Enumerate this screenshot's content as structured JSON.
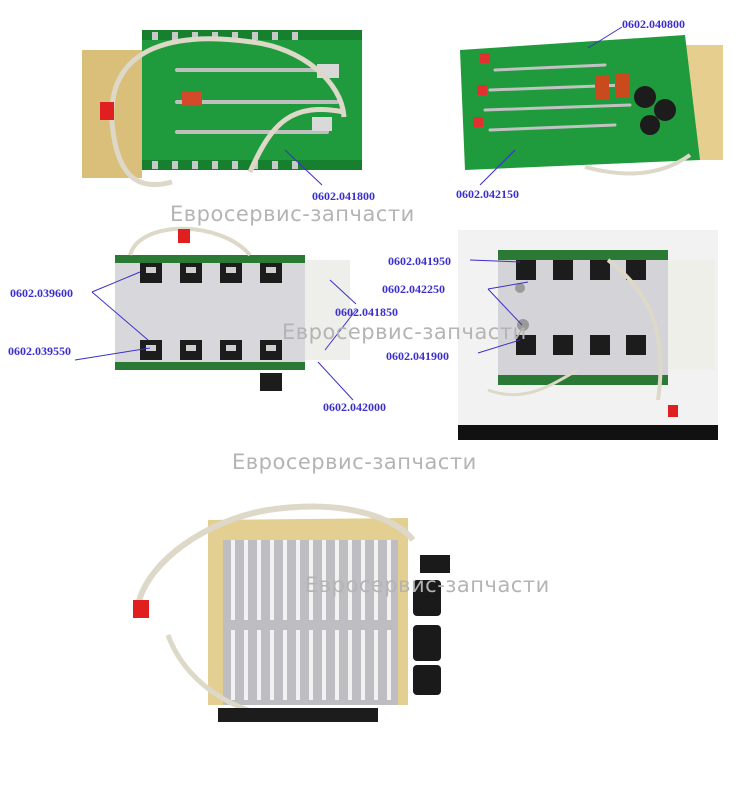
{
  "watermark": "Евросервис-запчасти",
  "photos": {
    "top_left_pcb": {
      "alt": "green PCB with wires (top view)"
    },
    "top_right_pcb": {
      "alt": "green PCB with capacitors (top view)"
    },
    "mid_left_heatsink": {
      "alt": "heatsink with transistors (front)"
    },
    "mid_right_heatsink": {
      "alt": "heatsink with transistors (angled)"
    },
    "bottom_heatsink": {
      "alt": "finned heatsink assembly"
    }
  },
  "labels": {
    "l_040800": "0602.040800",
    "l_041800": "0602.041800",
    "l_042150": "0602.042150",
    "l_039600": "0602.039600",
    "l_039550": "0602.039550",
    "l_041850": "0602.041850",
    "l_042000": "0602.042000",
    "l_041950": "0602.041950",
    "l_042250": "0602.042250",
    "l_041900": "0602.041900"
  },
  "colors": {
    "label": "#3b2fc9",
    "pcb_green": "#1f9a3c",
    "watermark": "#b4b4b4"
  }
}
